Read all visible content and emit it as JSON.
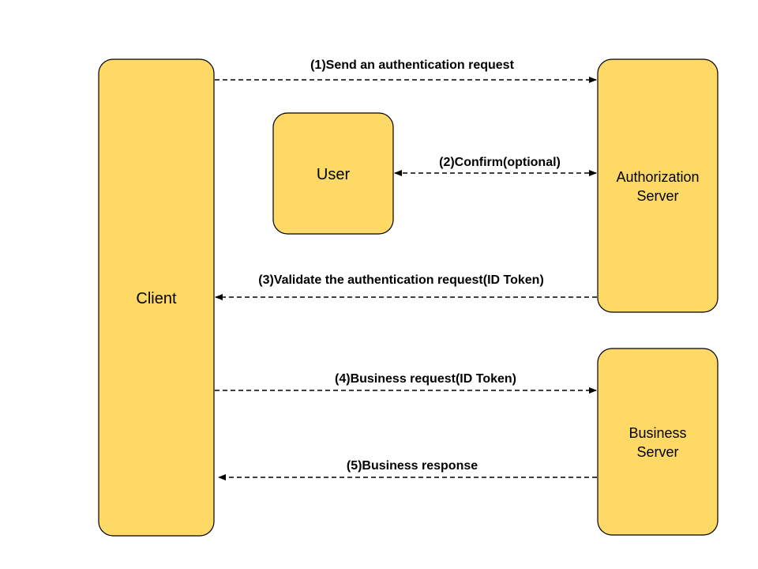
{
  "colors": {
    "box_fill": "#FFD966",
    "box_stroke": "#000000",
    "line": "#000000",
    "background": "#FFFFFF"
  },
  "nodes": {
    "client": {
      "label": "Client"
    },
    "user": {
      "label": "User"
    },
    "auth_server": {
      "line1": "Authorization",
      "line2": "Server"
    },
    "business_server": {
      "line1": "Business",
      "line2": "Server"
    }
  },
  "arrows": {
    "a1": {
      "label": "(1)Send an authentication request",
      "direction": "client-to-auth-server",
      "style": "dashed"
    },
    "a2": {
      "label": "(2)Confirm(optional)",
      "direction": "bidirectional-user-auth-server",
      "style": "dashed"
    },
    "a3": {
      "label": "(3)Validate the authentication request(ID Token)",
      "direction": "auth-server-to-client",
      "style": "dashed"
    },
    "a4": {
      "label": "(4)Business request(ID Token)",
      "direction": "client-to-business-server",
      "style": "dashed"
    },
    "a5": {
      "label": "(5)Business response",
      "direction": "business-server-to-client",
      "style": "dashed"
    }
  }
}
